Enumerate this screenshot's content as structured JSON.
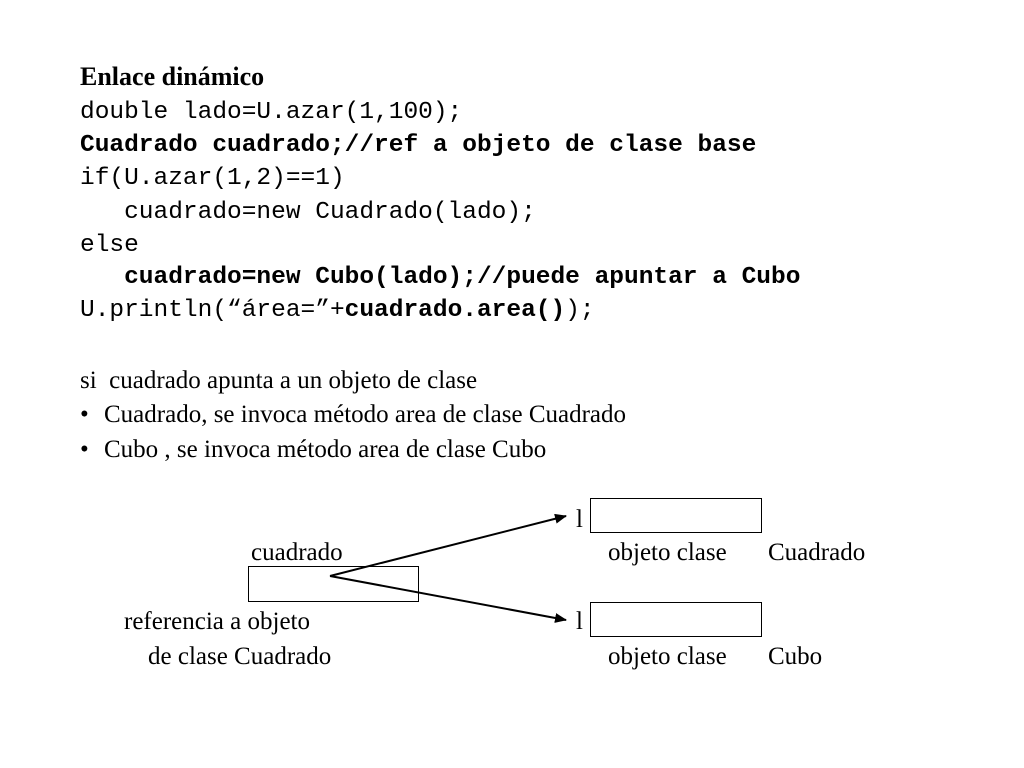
{
  "title": "Enlace dinámico",
  "code": {
    "line1": "double lado=U.azar(1,100);",
    "line2": "Cuadrado cuadrado;//ref a objeto de clase base",
    "line3": "if(U.azar(1,2)==1)",
    "line4": "   cuadrado=new Cuadrado(lado);",
    "line5": "else",
    "line6": "   cuadrado=new Cubo(lado);//puede apuntar a Cubo",
    "line7_prefix": "U.println(“área=”+",
    "line7_bold": "cuadrado.area()",
    "line7_suffix": ");"
  },
  "explanation": {
    "intro": "si  cuadrado apunta a un objeto de clase",
    "bullet_symbol": "•",
    "bullets": [
      "Cuadrado, se invoca método area de clase Cuadrado",
      "Cubo , se invoca método area de clase Cubo"
    ]
  },
  "diagram": {
    "ref_label": "cuadrado",
    "ref_caption_1": "referencia a objeto",
    "ref_caption_2": "de clase Cuadrado",
    "obj1_value": "l",
    "obj1_caption": "objeto clase",
    "obj1_class": "Cuadrado",
    "obj2_value": "l",
    "obj2_caption": "objeto clase",
    "obj2_class": "Cubo",
    "color": "#000000"
  }
}
